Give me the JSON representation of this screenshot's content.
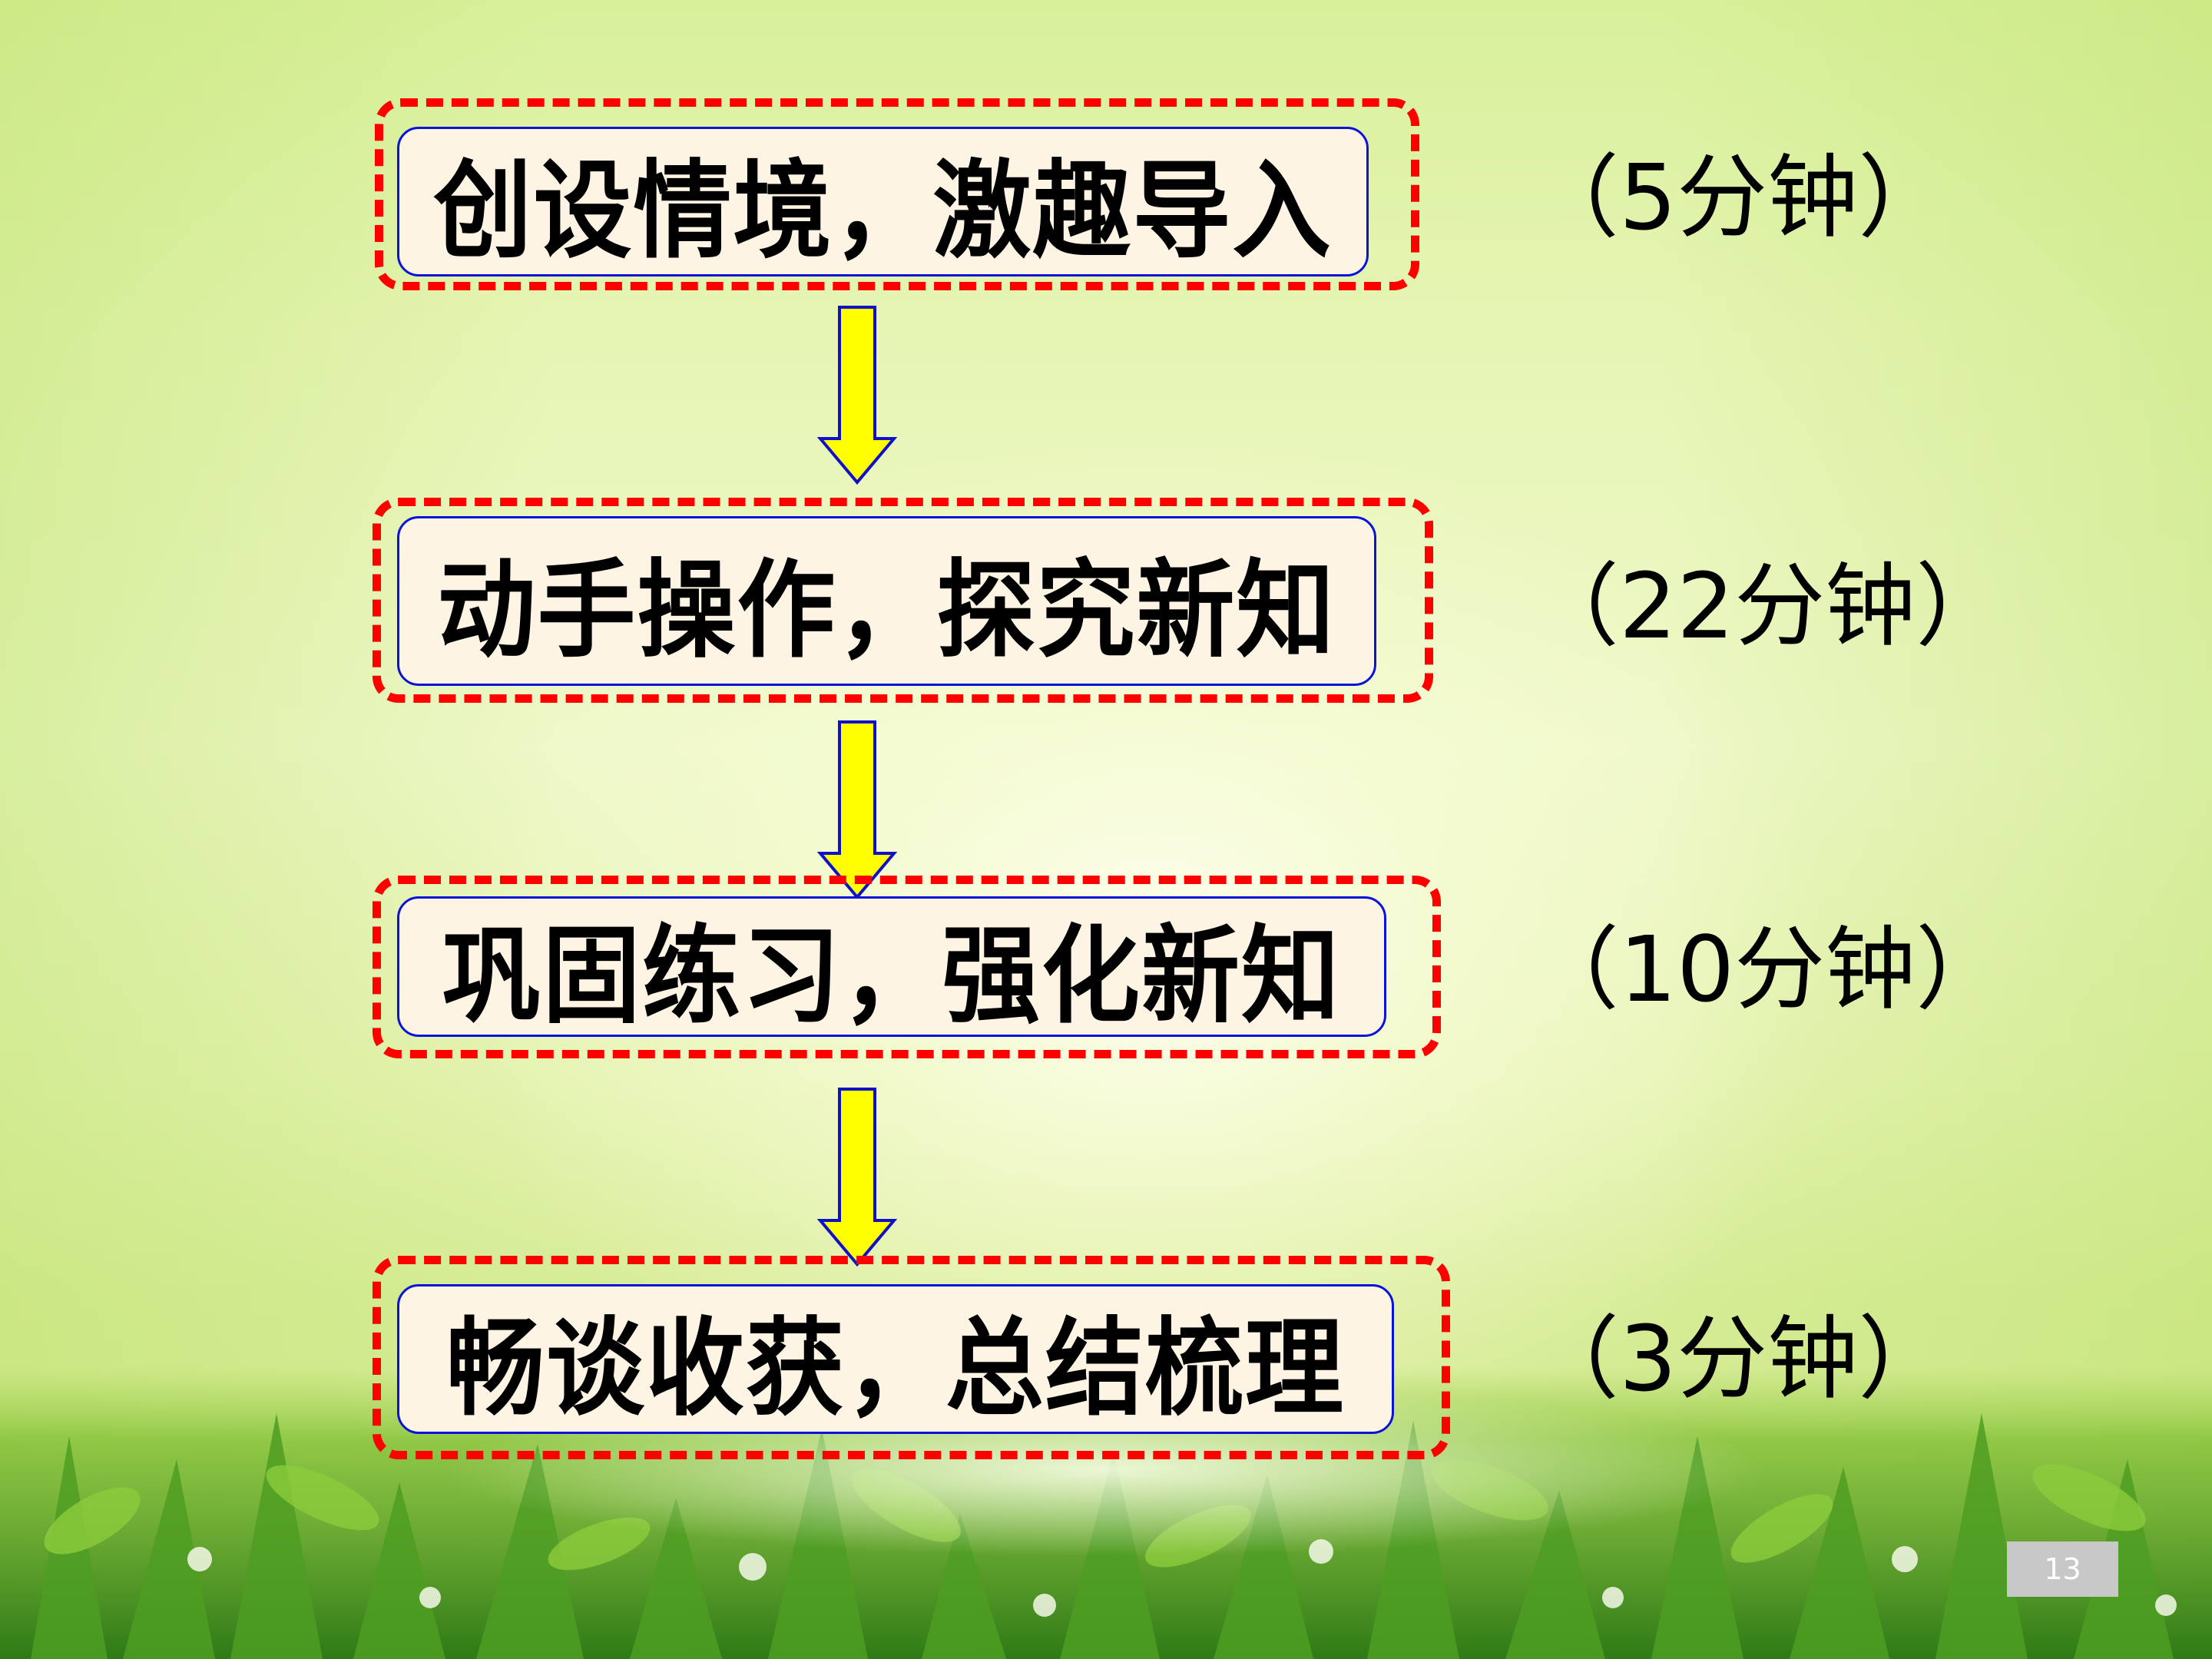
{
  "slide": {
    "page_number": "13",
    "steps": [
      {
        "label": "创设情境，激趣导入",
        "duration": "（5分钟）"
      },
      {
        "label": "动手操作，探究新知",
        "duration": "（22分钟）"
      },
      {
        "label": "巩固练习，强化新知",
        "duration": "（10分钟）"
      },
      {
        "label": "畅谈收获，总结梳理",
        "duration": "（3分钟）"
      }
    ],
    "colors": {
      "dash_frame": "#ff0000",
      "box_border": "#0a14d8",
      "box_fill": "#fdf4e4",
      "arrow_fill": "#ffff00",
      "arrow_stroke": "#1010c8",
      "page_badge": "#c8c8c8"
    }
  }
}
